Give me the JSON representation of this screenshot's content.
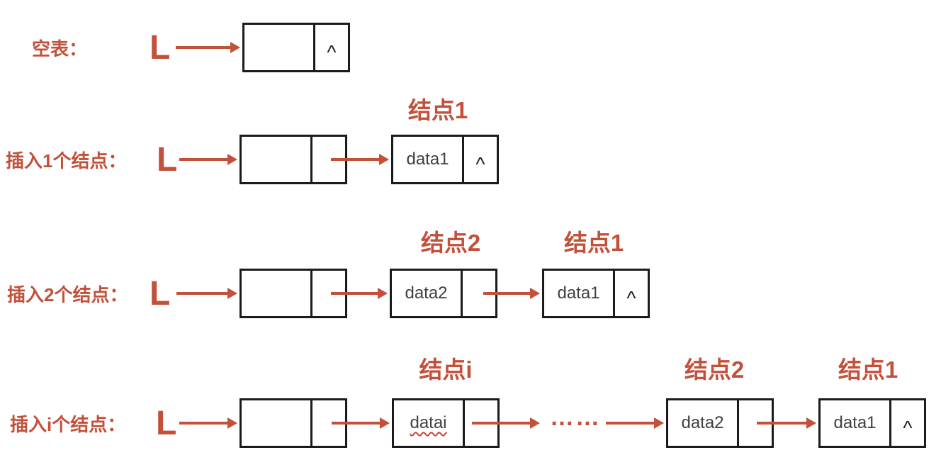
{
  "colors": {
    "accent_red": "#c2503a",
    "box_border": "#1b1b1b",
    "data_text": "#404040"
  },
  "rows": [
    {
      "label": "空表：",
      "pointer": "L",
      "head": {
        "data": "",
        "next": "^"
      }
    },
    {
      "label": "插入1个结点：",
      "pointer": "L",
      "head": {
        "data": "",
        "next": ""
      },
      "nodes": [
        {
          "title": "结点1",
          "data": "data1",
          "next": "^"
        }
      ]
    },
    {
      "label": "插入2个结点：",
      "pointer": "L",
      "head": {
        "data": "",
        "next": ""
      },
      "nodes": [
        {
          "title": "结点2",
          "data": "data2",
          "next": ""
        },
        {
          "title": "结点1",
          "data": "data1",
          "next": "^"
        }
      ]
    },
    {
      "label": "插入i个结点：",
      "pointer": "L",
      "head": {
        "data": "",
        "next": ""
      },
      "ellipsis": "……",
      "nodes": [
        {
          "title": "结点i",
          "data": "datai",
          "next": ""
        },
        {
          "title": "结点2",
          "data": "data2",
          "next": ""
        },
        {
          "title": "结点1",
          "data": "data1",
          "next": "^"
        }
      ]
    }
  ]
}
